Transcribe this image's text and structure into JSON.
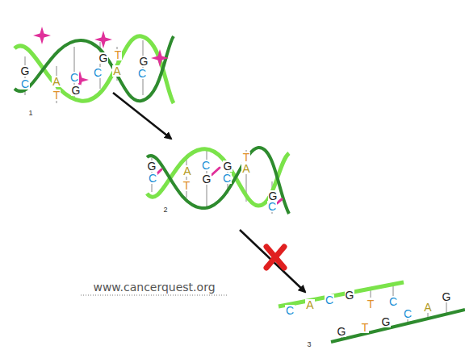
{
  "diagram": {
    "labels": [
      "G",
      "C",
      "A",
      "T",
      "C",
      "G",
      "G",
      "C",
      "T",
      "A",
      "G",
      "C",
      "1",
      "G",
      "C",
      "A",
      "T",
      "C",
      "G",
      "G",
      "C",
      "T",
      "A",
      "G",
      "C",
      "2",
      "www.cancerquest.org",
      "C",
      "A",
      "C",
      "G",
      "T",
      "C",
      "G",
      "T",
      "G",
      "C",
      "A",
      "G",
      "3"
    ]
  }
}
